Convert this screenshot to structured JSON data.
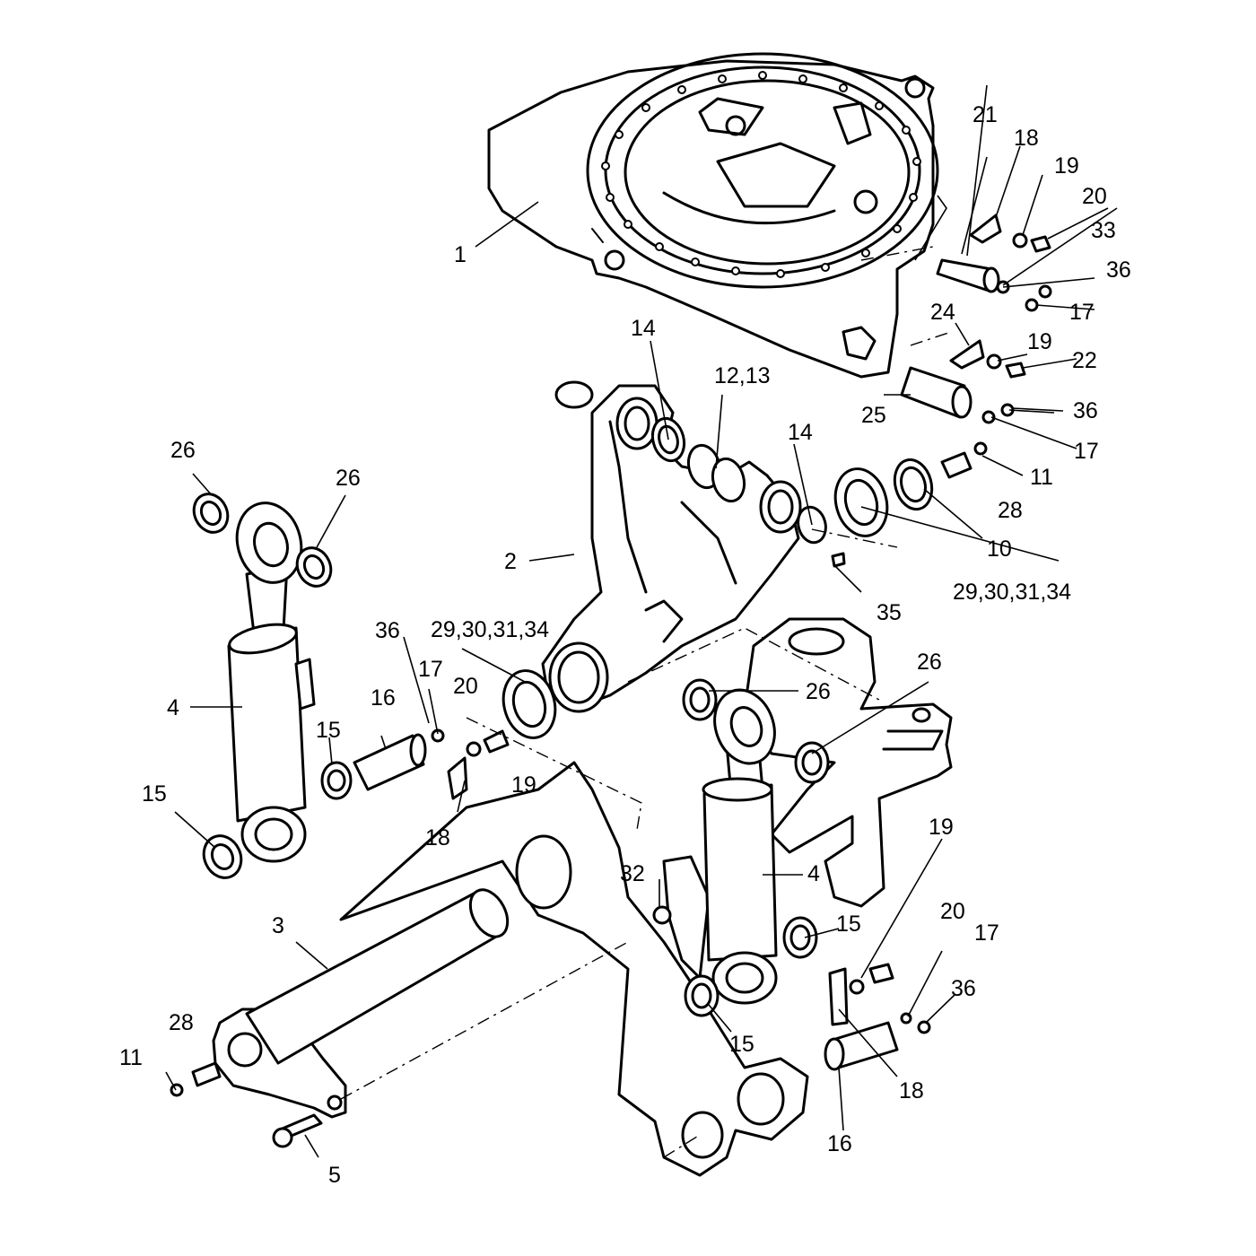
{
  "callouts": [
    {
      "id": "c1",
      "label": "1"
    },
    {
      "id": "c2",
      "label": "2"
    },
    {
      "id": "c3",
      "label": "3"
    },
    {
      "id": "c4a",
      "label": "4"
    },
    {
      "id": "c4b",
      "label": "4"
    },
    {
      "id": "c5",
      "label": "5"
    },
    {
      "id": "c10",
      "label": "10"
    },
    {
      "id": "c11a",
      "label": "11"
    },
    {
      "id": "c11b",
      "label": "11"
    },
    {
      "id": "c1213",
      "label": "12,13"
    },
    {
      "id": "c14a",
      "label": "14"
    },
    {
      "id": "c14b",
      "label": "14"
    },
    {
      "id": "c15a",
      "label": "15"
    },
    {
      "id": "c15b",
      "label": "15"
    },
    {
      "id": "c15c",
      "label": "15"
    },
    {
      "id": "c15d",
      "label": "15"
    },
    {
      "id": "c16a",
      "label": "16"
    },
    {
      "id": "c16b",
      "label": "16"
    },
    {
      "id": "c17a",
      "label": "17"
    },
    {
      "id": "c17b",
      "label": "17"
    },
    {
      "id": "c17c",
      "label": "17"
    },
    {
      "id": "c17d",
      "label": "17"
    },
    {
      "id": "c18a",
      "label": "18"
    },
    {
      "id": "c18b",
      "label": "18"
    },
    {
      "id": "c18c",
      "label": "18"
    },
    {
      "id": "c19a",
      "label": "19"
    },
    {
      "id": "c19b",
      "label": "19"
    },
    {
      "id": "c19c",
      "label": "19"
    },
    {
      "id": "c19d",
      "label": "19"
    },
    {
      "id": "c20a",
      "label": "20"
    },
    {
      "id": "c20b",
      "label": "20"
    },
    {
      "id": "c20c",
      "label": "20"
    },
    {
      "id": "c21",
      "label": "21"
    },
    {
      "id": "c22",
      "label": "22"
    },
    {
      "id": "c24",
      "label": "24"
    },
    {
      "id": "c25",
      "label": "25"
    },
    {
      "id": "c26a",
      "label": "26"
    },
    {
      "id": "c26b",
      "label": "26"
    },
    {
      "id": "c26c",
      "label": "26"
    },
    {
      "id": "c26d",
      "label": "26"
    },
    {
      "id": "c28a",
      "label": "28"
    },
    {
      "id": "c28b",
      "label": "28"
    },
    {
      "id": "c29a",
      "label": "29,30,31,34"
    },
    {
      "id": "c29b",
      "label": "29,30,31,34"
    },
    {
      "id": "c32",
      "label": "32"
    },
    {
      "id": "c33",
      "label": "33"
    },
    {
      "id": "c35",
      "label": "35"
    },
    {
      "id": "c36a",
      "label": "36"
    },
    {
      "id": "c36b",
      "label": "36"
    },
    {
      "id": "c36c",
      "label": "36"
    },
    {
      "id": "c36d",
      "label": "36"
    }
  ]
}
